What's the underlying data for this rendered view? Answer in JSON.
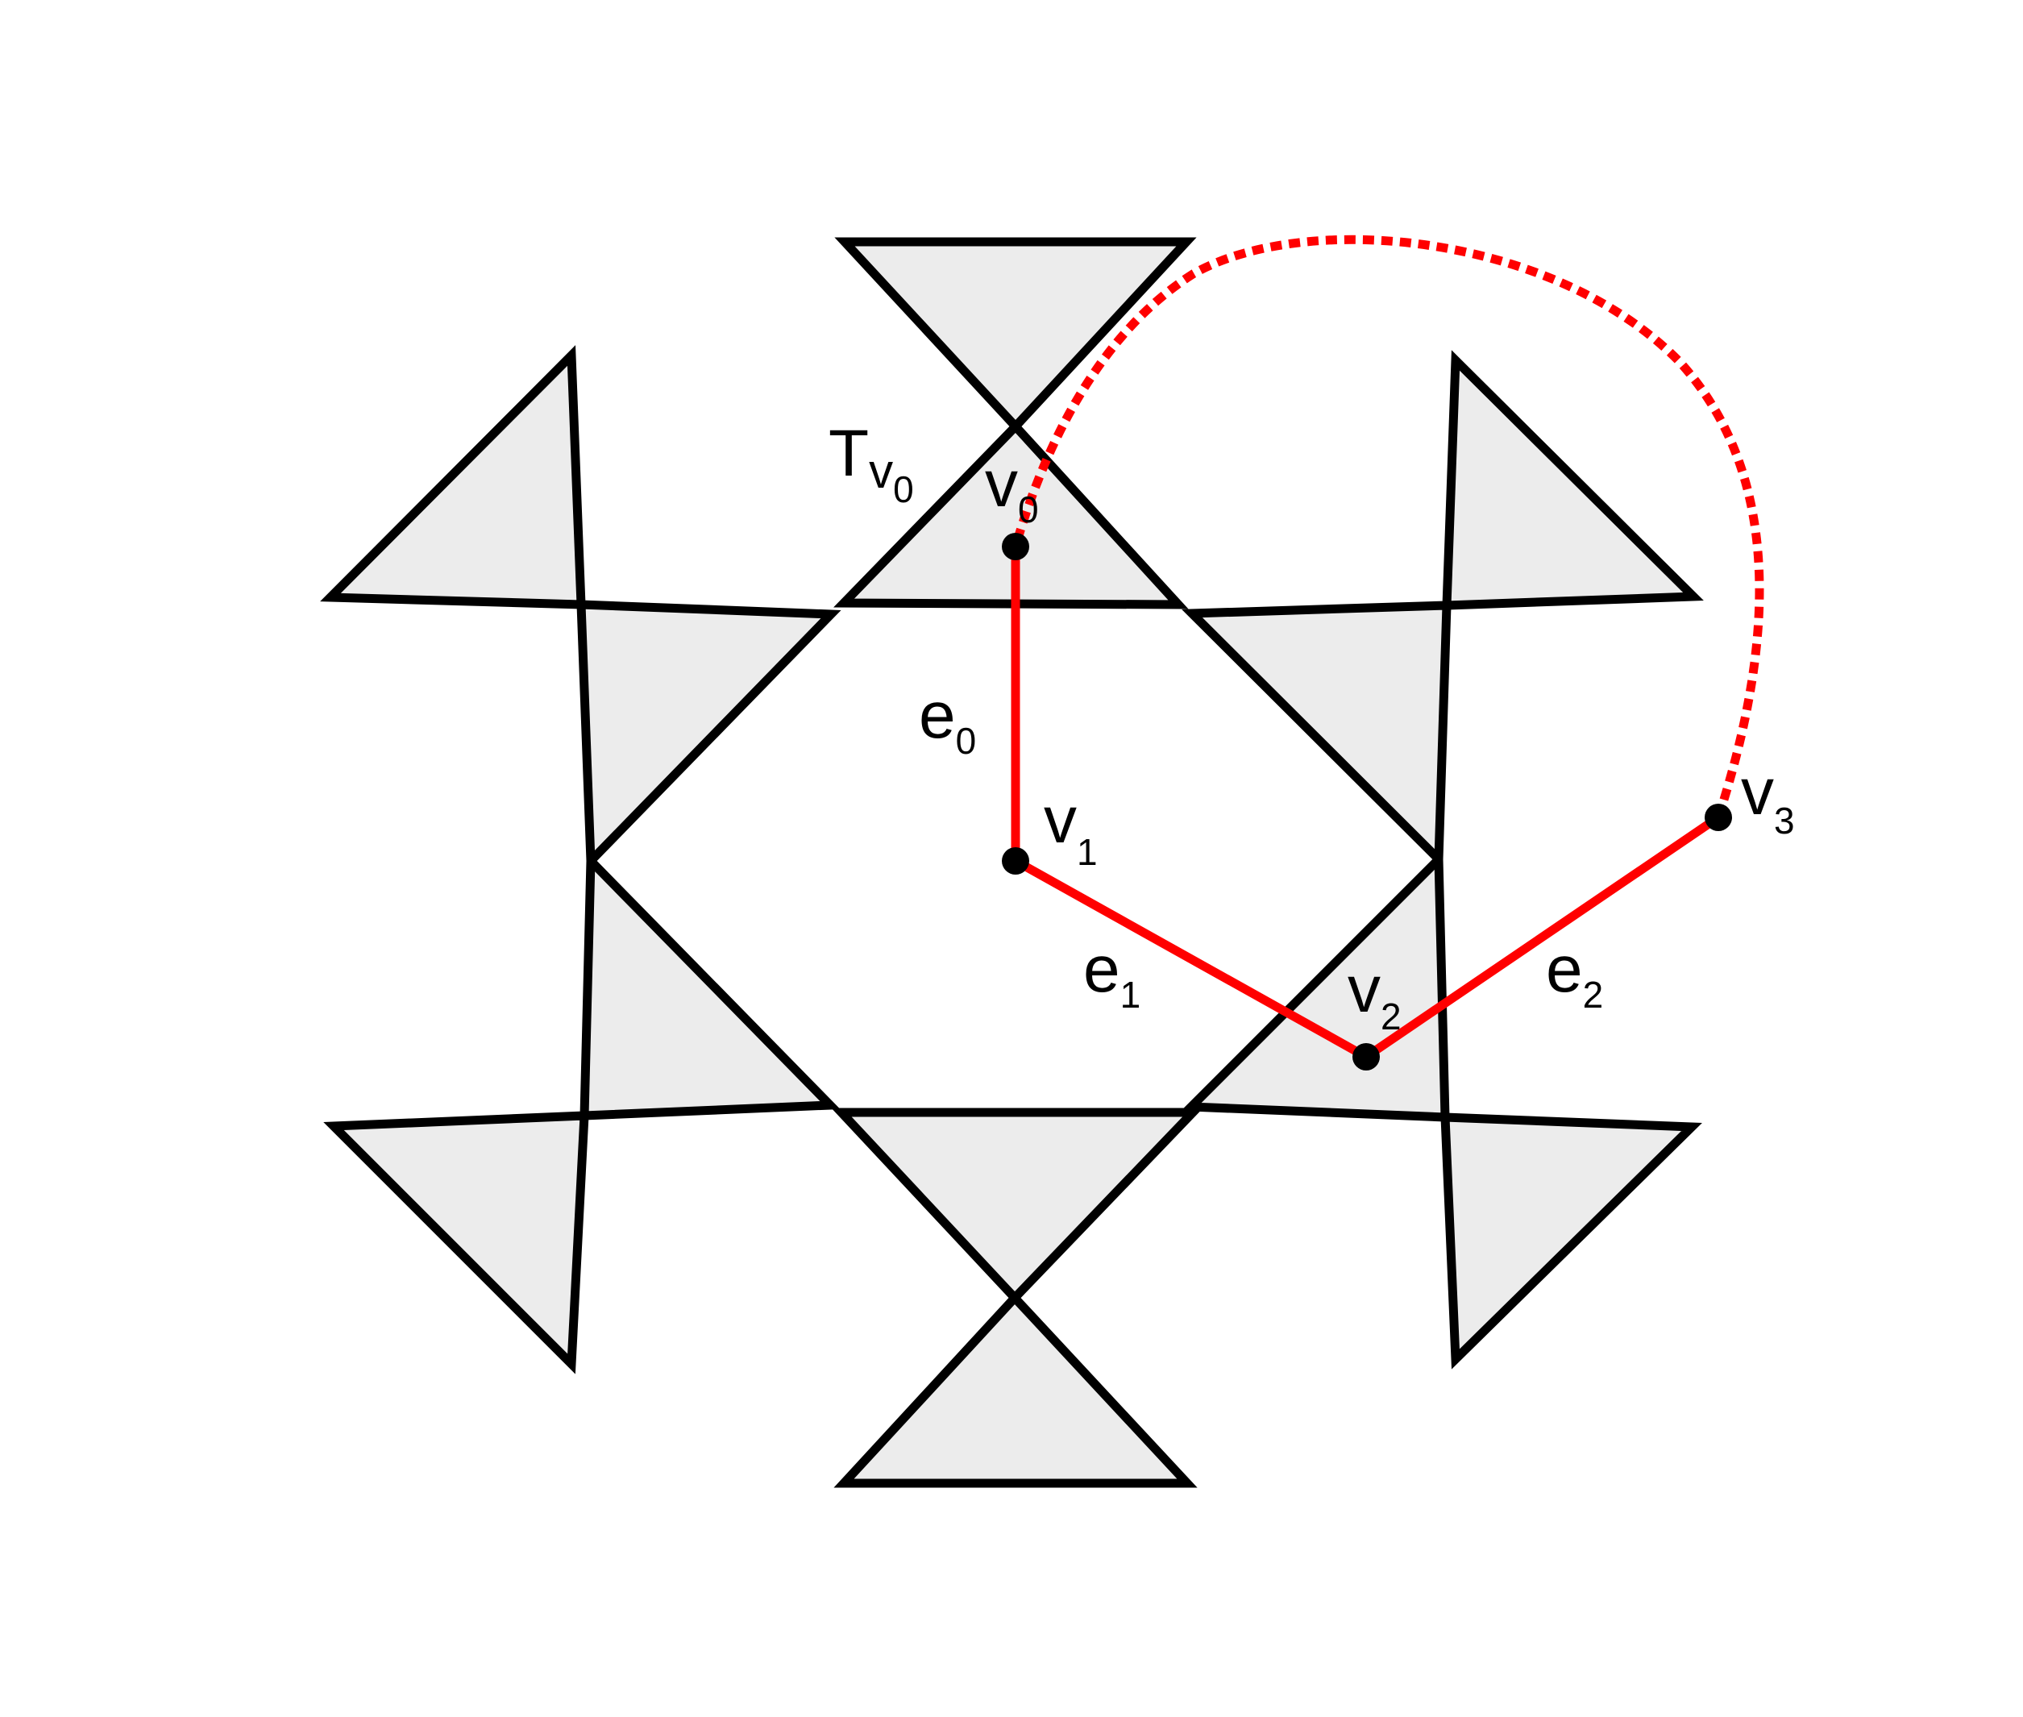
{
  "colors": {
    "triangle_fill": "#ececec",
    "outline": "#000000",
    "path": "#ff0000",
    "vertex": "#000000"
  },
  "labels": {
    "t": {
      "main": "T",
      "sub_main": "v",
      "sub_index": "0"
    },
    "v0": {
      "main": "v",
      "sub": "0"
    },
    "v1": {
      "main": "v",
      "sub": "1"
    },
    "v2": {
      "main": "v",
      "sub": "2"
    },
    "v3": {
      "main": "v",
      "sub": "3"
    },
    "e0": {
      "main": "e",
      "sub": "0"
    },
    "e1": {
      "main": "e",
      "sub": "1"
    },
    "e2": {
      "main": "e",
      "sub": "2"
    }
  }
}
